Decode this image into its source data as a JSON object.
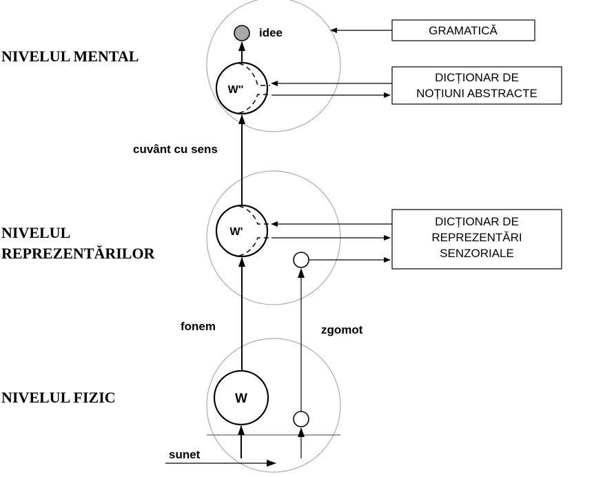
{
  "levels": {
    "mental": "NIVELUL MENTAL",
    "representations_line1": "NIVELUL",
    "representations_line2": "REPREZENTĂRILOR",
    "physical": "NIVELUL FIZIC"
  },
  "nodes": {
    "idea": "idee",
    "w_mental": "W''",
    "w_repr": "W'",
    "w_physical": "W"
  },
  "boxes": {
    "grammar": "GRAMATICĂ",
    "abstract_dict_line1": "DICȚIONAR DE",
    "abstract_dict_line2": "NOȚIUNI ABSTRACTE",
    "sensory_dict_line1": "DICȚIONAR DE",
    "sensory_dict_line2": "REPREZENTĂRI",
    "sensory_dict_line3": "SENZORIALE"
  },
  "arrows": {
    "meaningful_word": "cuvânt cu sens",
    "phoneme": "fonem",
    "noise": "zgomot",
    "sound": "sunet"
  },
  "colors": {
    "idea_fill": "#a9a9a9",
    "level_circle_stroke": "#aaaaaa"
  }
}
